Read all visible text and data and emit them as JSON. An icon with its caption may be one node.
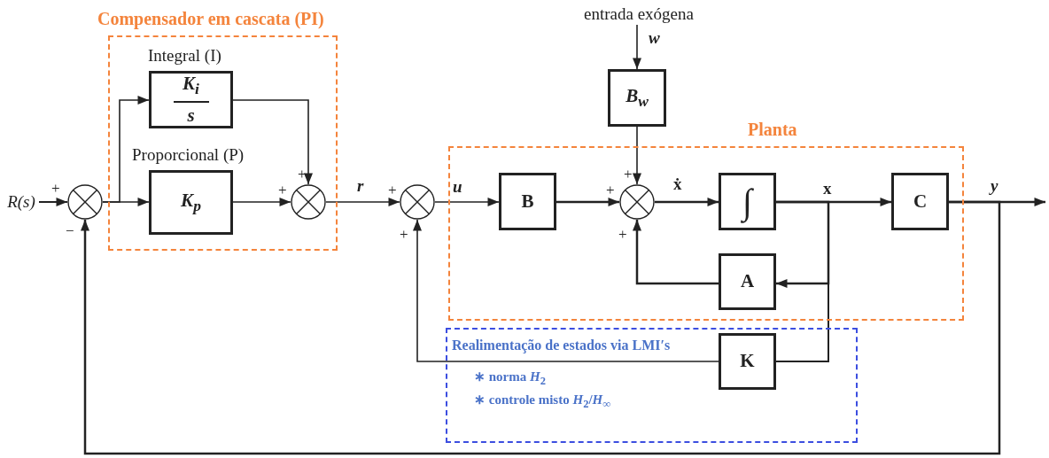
{
  "diagram": {
    "nodes": [
      {
        "text": [
          "R(s)"
        ]
      },
      {
        "text": [],
        "shape": "circle"
      },
      {
        "text": [
          "Compensador em cascata (PI)"
        ]
      },
      {
        "text": [
          "Integral (I)",
          "K$_{i}$",
          "s"
        ],
        "in": 2
      },
      {
        "text": [
          "Proporcional (P)",
          "K$_{p}$"
        ],
        "in": 2
      },
      {
        "text": [],
        "shape": "circle",
        "in": 2
      },
      {
        "text": [],
        "shape": "circle"
      },
      {
        "text": [
          "entrada exógena"
        ]
      },
      {
        "text": [
          "Planta"
        ]
      },
      {
        "text": [
          "B"
        ],
        "in": 8
      },
      {
        "text": [
          "B$_{w}$"
        ]
      },
      {
        "text": [],
        "shape": "circle",
        "in": 8
      },
      {
        "text": [
          "∫"
        ],
        "in": 8
      },
      {
        "text": [
          "A"
        ],
        "in": 8
      },
      {
        "text": [
          "C"
        ],
        "in": 8
      },
      {
        "text": [
          "Realimentação de estados via LMI′s",
          "∗ norma *H*$_{2}$",
          "∗ controle misto *H*$_{2}$/*H*$_{∞}$"
        ]
      },
      {
        "text": [
          "K"
        ],
        "in": 15
      }
    ],
    "edges": [
      {
        "from": 0,
        "to": 1,
        "arrow": "to"
      },
      {
        "from": 1,
        "to": 3,
        "arrow": "to"
      },
      {
        "from": 1,
        "to": 4,
        "arrow": "to"
      },
      {
        "from": 3,
        "to": 5,
        "arrow": "to"
      },
      {
        "from": 4,
        "to": 5,
        "arrow": "to"
      },
      {
        "from": 5,
        "to": 6,
        "arrow": "to",
        "label": "r"
      },
      {
        "from": 6,
        "to": 9,
        "arrow": "to",
        "label": "u"
      },
      {
        "from": 7,
        "to": 10,
        "arrow": "to",
        "label": "w"
      },
      {
        "from": 10,
        "to": 11,
        "arrow": "to"
      },
      {
        "from": 9,
        "to": 11,
        "arrow": "to"
      },
      {
        "from": 11,
        "to": 12,
        "arrow": "to",
        "label": "ẋ"
      },
      {
        "from": 12,
        "to": 14,
        "arrow": "to",
        "label": "x"
      },
      {
        "from": 12,
        "to": 13,
        "arrow": "to"
      },
      {
        "from": 12,
        "to": 16,
        "arrow": "none"
      },
      {
        "from": 13,
        "to": 11,
        "arrow": "to"
      },
      {
        "from": 16,
        "to": 6,
        "arrow": "to"
      },
      {
        "from": 14,
        "to": null,
        "arrow": "to",
        "label": "y"
      },
      {
        "from": 14,
        "to": 1,
        "arrow": "to"
      }
    ],
    "labels": [
      "+",
      "+",
      "+",
      "+",
      "+",
      "+",
      "−",
      "+",
      "+"
    ]
  }
}
